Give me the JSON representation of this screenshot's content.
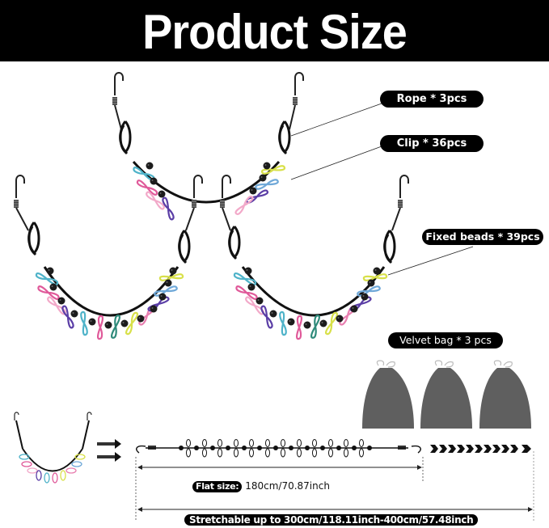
{
  "header": {
    "title": "Product Size"
  },
  "labels": {
    "rope": "Rope * 3pcs",
    "clip": "Clip * 36pcs",
    "beads": "Fixed beads * 39pcs",
    "bag": "Velvet bag * 3 pcs"
  },
  "dimensions": {
    "flat_label": "Flat size:",
    "flat_value": "180cm/70.87inch",
    "stretch_label": "Stretchable up to 300cm/118.11inch-400cm/57.48inch"
  },
  "colors": {
    "header_bg": "#000000",
    "header_text": "#ffffff",
    "rope": "#1a1a1a",
    "bag": "#5a5a5a",
    "clip_palette": [
      "#4fb3c9",
      "#e05a9a",
      "#f2a9c9",
      "#5b3ea6",
      "#6fa8d8",
      "#2e8a7a",
      "#d8e04a",
      "#e87fb0"
    ]
  },
  "illustrations": {
    "ropes": [
      {
        "name": "rope-back"
      },
      {
        "name": "rope-left"
      },
      {
        "name": "rope-right"
      }
    ],
    "bags_count": 3,
    "flat_rope_clips": 12,
    "chevrons_count": 11
  }
}
